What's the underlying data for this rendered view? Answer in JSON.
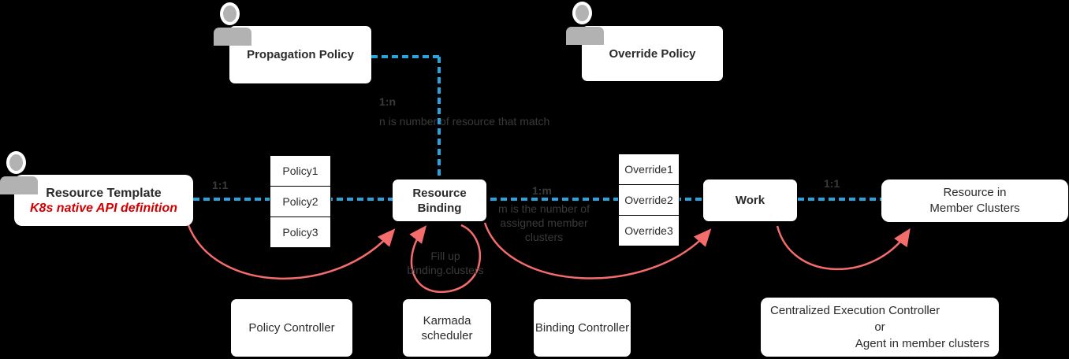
{
  "colors": {
    "background": "#000000",
    "connector_blue": "#29a3dc",
    "arrow_red": "#f56c6c",
    "annotation_gray": "#3a3a3a",
    "person_gray": "#b2b2b2",
    "box_text": "#2b2b2b",
    "subtitle_red": "#d20000"
  },
  "nodes": {
    "propagation_policy": "Propagation Policy",
    "override_policy": "Override Policy",
    "resource_template": {
      "title": "Resource Template",
      "subtitle": "K8s native API definition"
    },
    "policies": [
      "Policy1",
      "Policy2",
      "Policy3"
    ],
    "resource_binding": {
      "line1": "Resource",
      "line2": "Binding"
    },
    "overrides": [
      "Override1",
      "Override2",
      "Override3"
    ],
    "work": "Work",
    "resource_in_member_clusters": {
      "line1": "Resource in",
      "line2": "Member Clusters"
    }
  },
  "controllers": {
    "policy_controller": "Policy Controller",
    "karmada_scheduler": {
      "line1": "Karmada",
      "line2": "scheduler"
    },
    "binding_controller": "Binding Controller",
    "execution_controller": {
      "line1": "Centralized Execution Controller",
      "line2": "or",
      "line3": "Agent in member clusters"
    }
  },
  "annotations": {
    "propagation_ratio": "1:n",
    "propagation_note": "n is number of resource that match",
    "template_ratio": "1:1",
    "binding_ratio": "1:m",
    "binding_note_line1": "m is the number of",
    "binding_note_line2": "assigned member",
    "binding_note_line3": "clusters",
    "work_ratio": "1:1",
    "fill_up_line1": "Fill up",
    "fill_up_line2": "binding.clusters"
  }
}
